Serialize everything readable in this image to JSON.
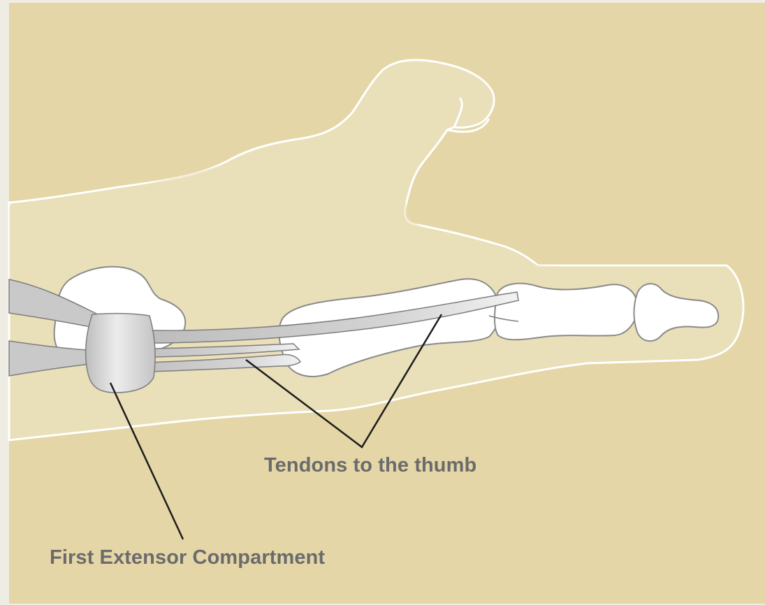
{
  "colors": {
    "page_border": "#efece4",
    "panel_background": "#e4d6a7",
    "hand_fill": "#e9dfb9",
    "outline": "#ffffff",
    "bone_fill": "#ffffff",
    "bone_stroke": "#8a8a8a",
    "tendon_fill": "#c9c9c9",
    "tendon_stroke": "#7d7d7d",
    "band_fill": "#d6d6d6",
    "leader_line": "#1c1c1c",
    "label_text": "#6b6b6b"
  },
  "labels": {
    "tendons": "Tendons to the thumb",
    "compartment": "First Extensor Compartment"
  },
  "icons": {
    "hand_outline": "hand-outline-illustration",
    "thumb_bones": "thumb-bones-illustration",
    "tendons": "tendons-illustration",
    "compartment_band": "extensor-compartment-band-illustration"
  }
}
